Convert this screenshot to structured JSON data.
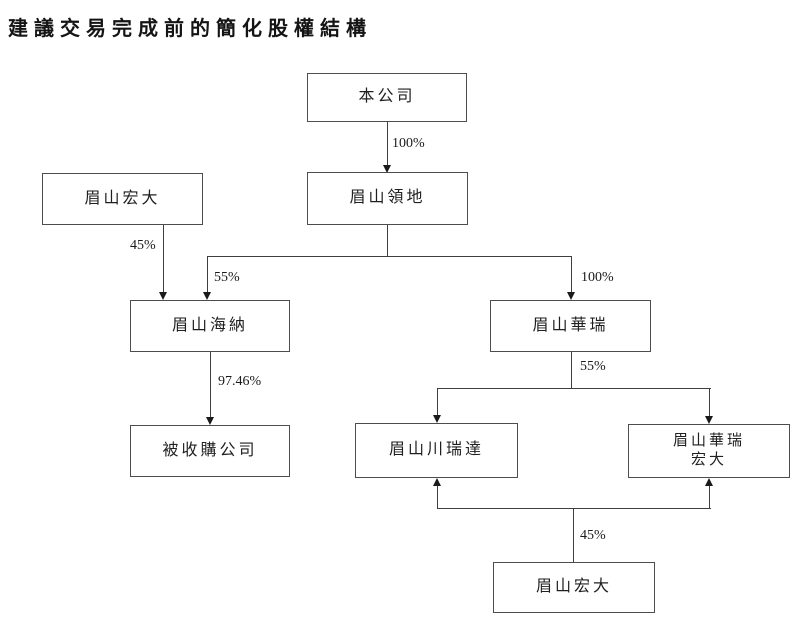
{
  "title": "建議交易完成前的簡化股權結構",
  "diagram": {
    "nodes": {
      "company": "本公司",
      "lingdi": "眉山領地",
      "hongda_left": "眉山宏大",
      "haina": "眉山海納",
      "huarui": "眉山華瑞",
      "target": "被收購公司",
      "chuanruida": "眉山川瑞達",
      "huarui_hongda_line1": "眉山華瑞",
      "huarui_hongda_line2": "宏大",
      "hongda_bottom": "眉山宏大"
    },
    "edges": {
      "company_to_lingdi": "100%",
      "hongda_to_haina": "45%",
      "lingdi_to_haina": "55%",
      "lingdi_to_huarui": "100%",
      "haina_to_target": "97.46%",
      "huarui_to_subsidiaries": "55%",
      "hongda_to_subsidiaries": "45%"
    },
    "colors": {
      "line": "#3f3f3f",
      "text": "#1f1f1f",
      "background": "#ffffff"
    }
  }
}
